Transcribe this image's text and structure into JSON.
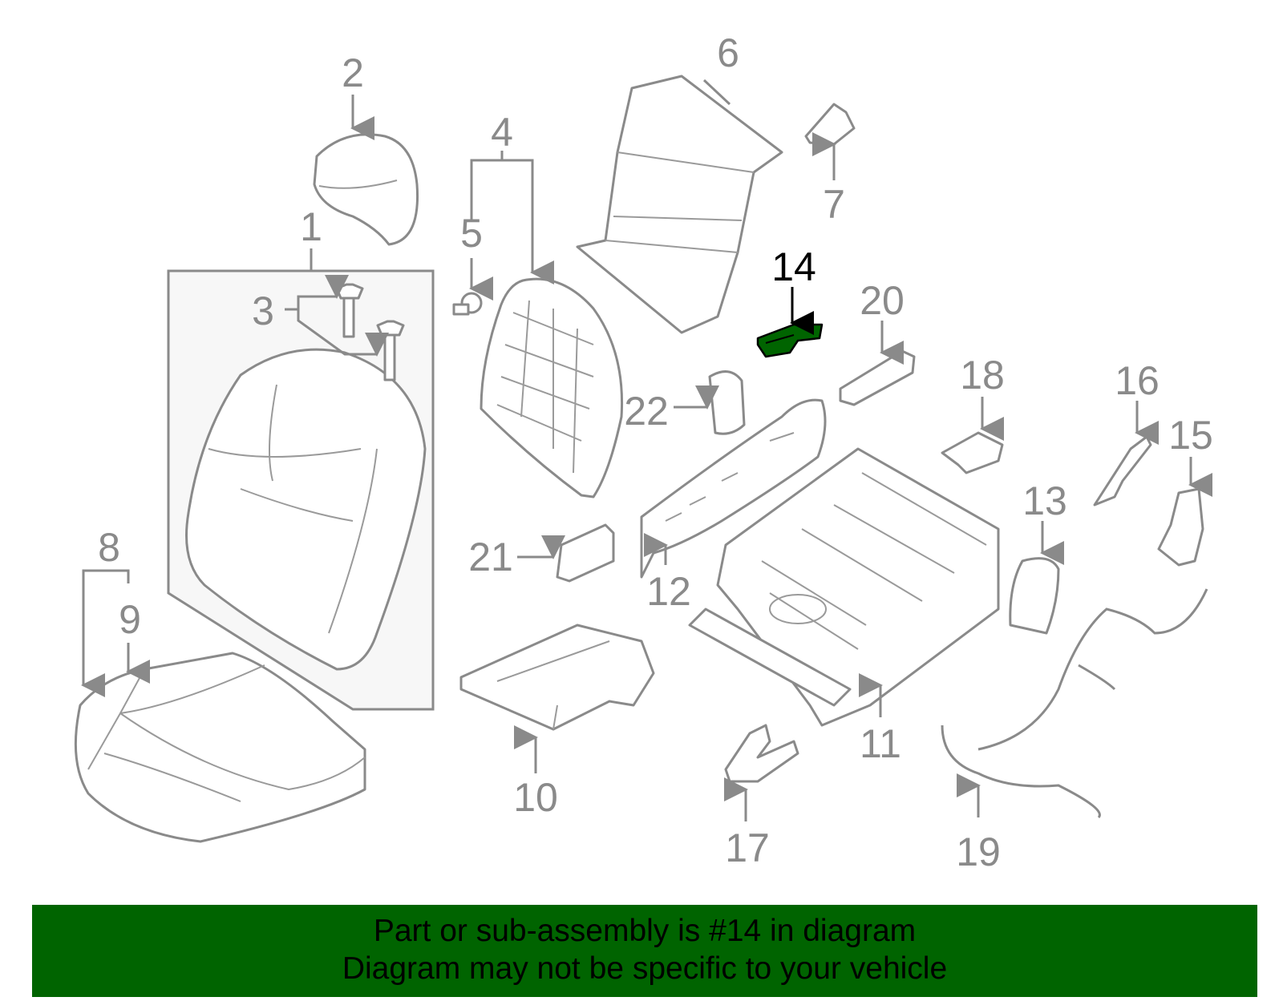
{
  "callouts": {
    "c1": "1",
    "c2": "2",
    "c3": "3",
    "c4": "4",
    "c5": "5",
    "c6": "6",
    "c7": "7",
    "c8": "8",
    "c9": "9",
    "c10": "10",
    "c11": "11",
    "c12": "12",
    "c13": "13",
    "c14": "14",
    "c15": "15",
    "c16": "16",
    "c17": "17",
    "c18": "18",
    "c19": "19",
    "c20": "20",
    "c21": "21",
    "c22": "22"
  },
  "highlight": {
    "part": "14",
    "color": "#006400"
  },
  "colors": {
    "line": "#8a8a8a",
    "banner": "#006400",
    "box_fill": "#f7f7f7"
  },
  "banner": {
    "line1": "Part or sub-assembly is #14 in diagram",
    "line2": "Diagram may not be specific to your vehicle"
  }
}
